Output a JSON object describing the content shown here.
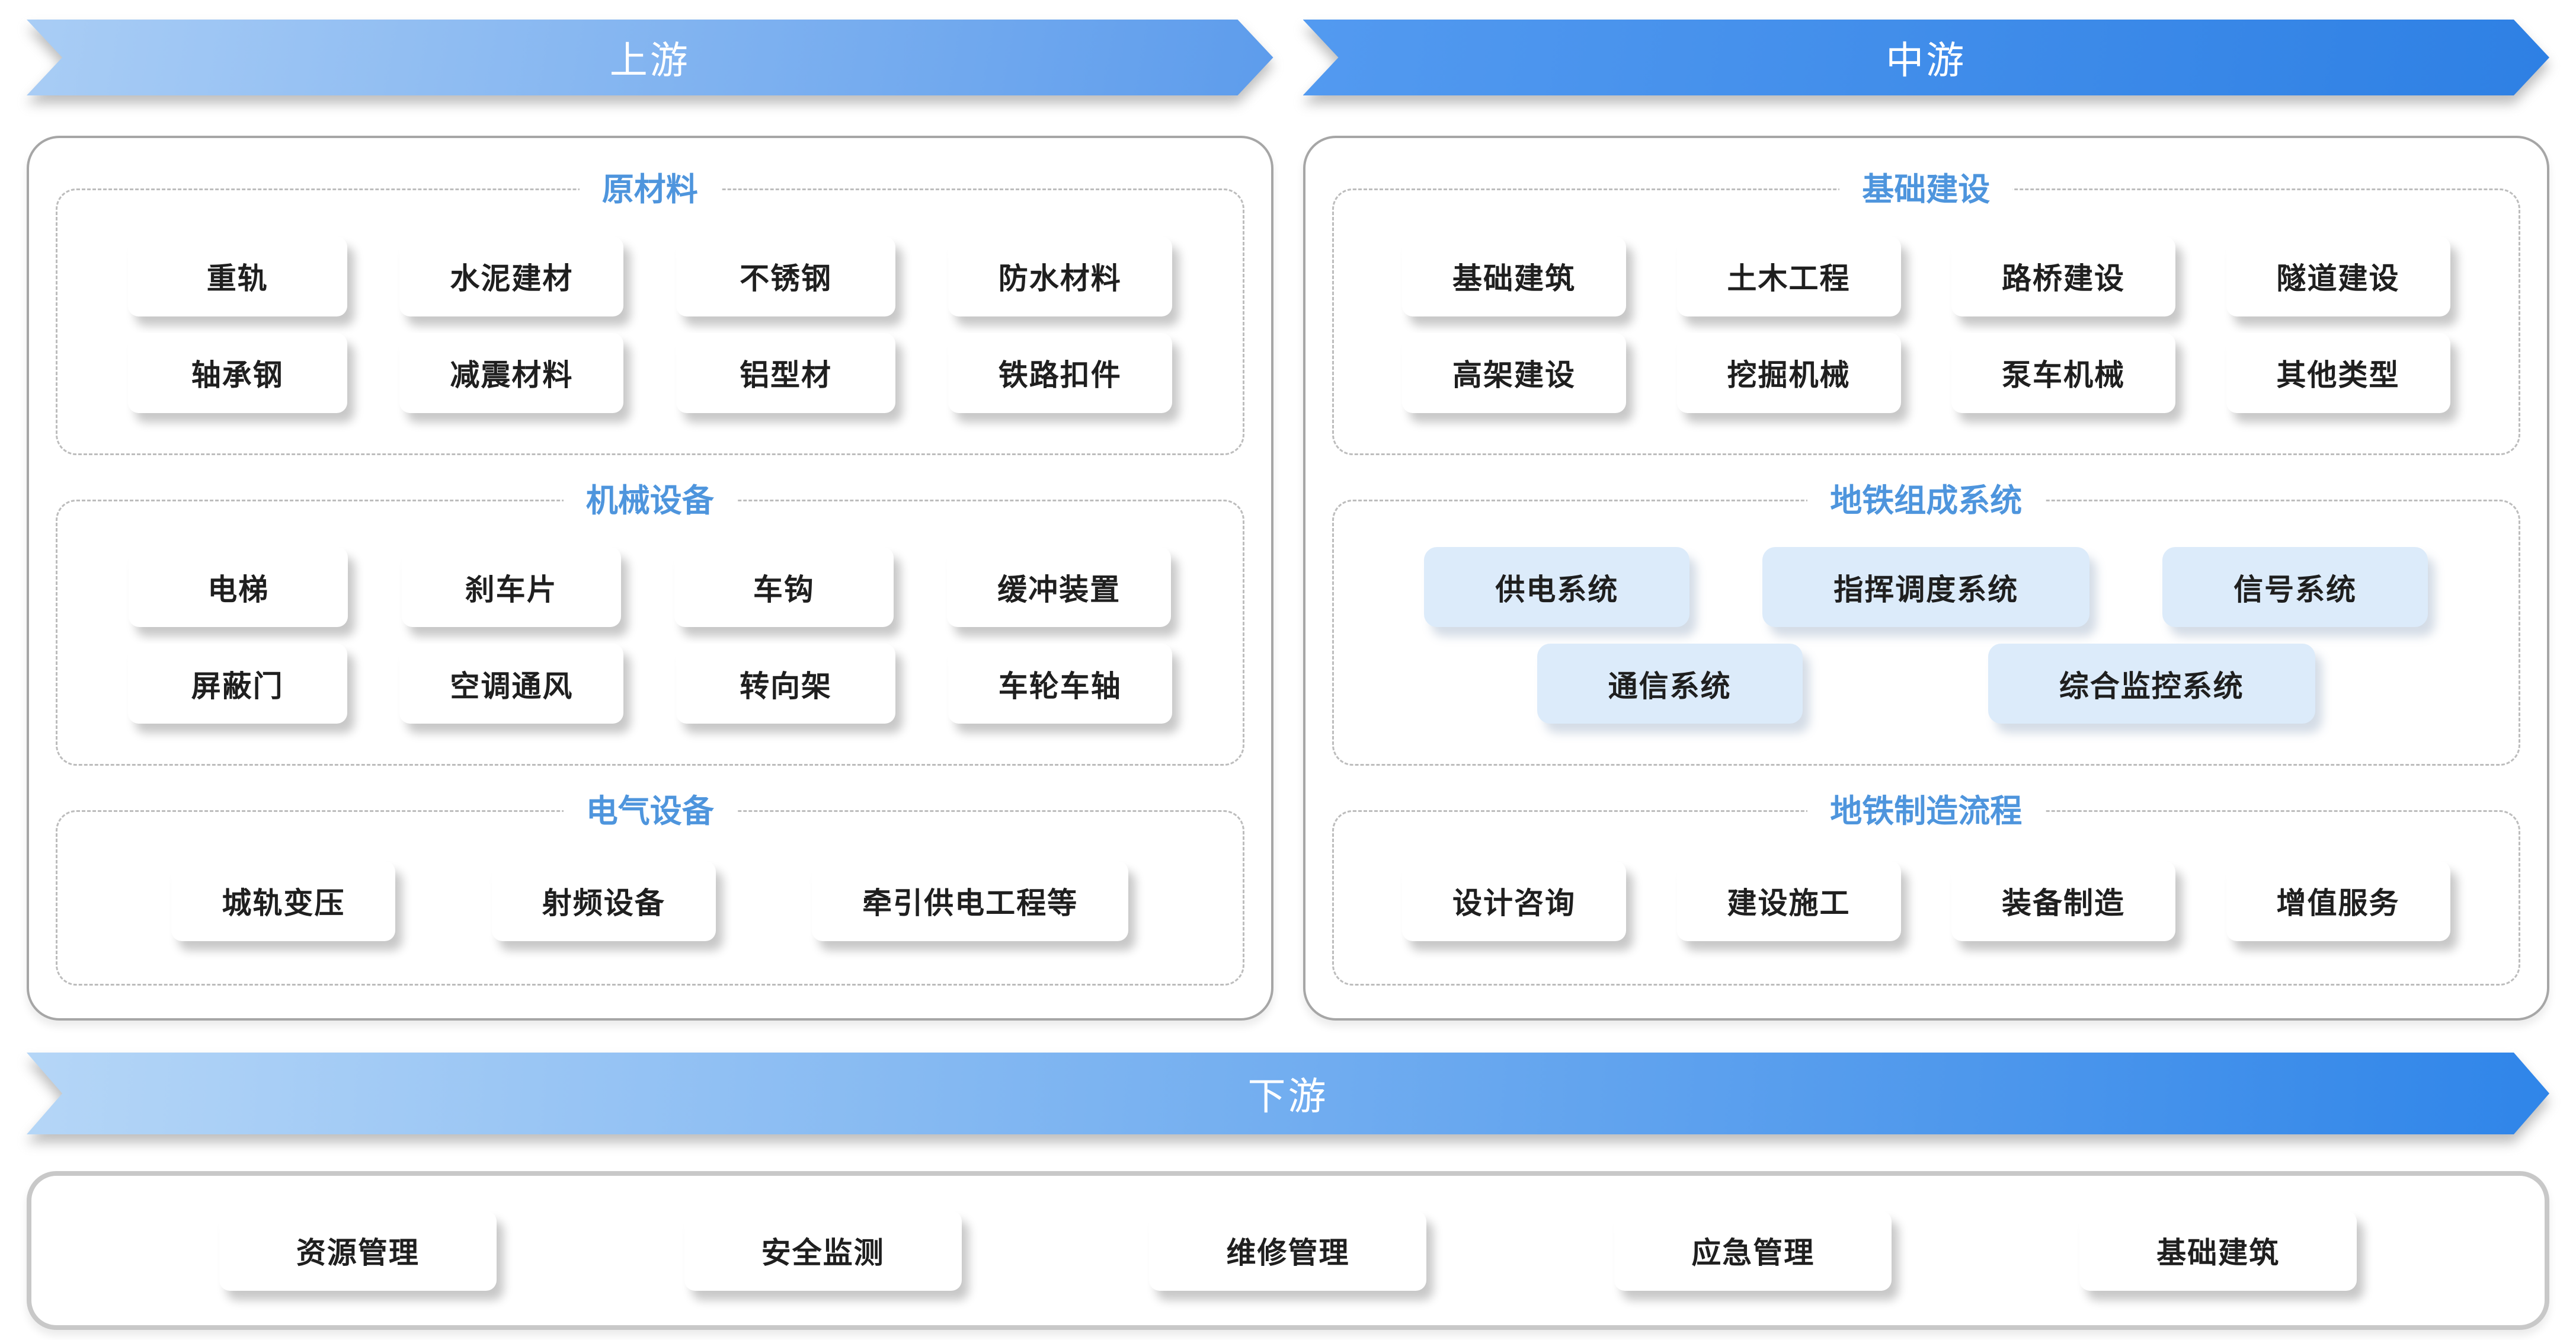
{
  "banners": {
    "upstream": "上游",
    "midstream": "中游",
    "downstream": "下游"
  },
  "upstream_panel": {
    "sections": [
      {
        "title": "原材料",
        "rows": [
          [
            "重轨",
            "水泥建材",
            "不锈钢",
            "防水材料"
          ],
          [
            "轴承钢",
            "减震材料",
            "铝型材",
            "铁路扣件"
          ]
        ]
      },
      {
        "title": "机械设备",
        "rows": [
          [
            "电梯",
            "刹车片",
            "车钩",
            "缓冲装置"
          ],
          [
            "屏蔽门",
            "空调通风",
            "转向架",
            "车轮车轴"
          ]
        ]
      },
      {
        "title": "电气设备",
        "rows": [
          [
            "城轨变压",
            "射频设备",
            "牵引供电工程等"
          ]
        ]
      }
    ]
  },
  "midstream_panel": {
    "sections": [
      {
        "title": "基础建设",
        "rows": [
          [
            "基础建筑",
            "土木工程",
            "路桥建设",
            "隧道建设"
          ],
          [
            "高架建设",
            "挖掘机械",
            "泵车机械",
            "其他类型"
          ]
        ]
      },
      {
        "title": "地铁组成系统",
        "highlight": true,
        "rows": [
          [
            "供电系统",
            "指挥调度系统",
            "信号系统"
          ],
          [
            "通信系统",
            "综合监控系统"
          ]
        ]
      },
      {
        "title": "地铁制造流程",
        "rows": [
          [
            "设计咨询",
            "建设施工",
            "装备制造",
            "增值服务"
          ]
        ]
      }
    ]
  },
  "downstream_panel": {
    "items": [
      "资源管理",
      "安全监测",
      "维修管理",
      "应急管理",
      "基础建筑"
    ]
  },
  "colors": {
    "section_title_blue": "#4e95dd",
    "banner_up_from": "#a9cdf5",
    "banner_up_to": "#5d9cec",
    "banner_mid_from": "#539af0",
    "banner_mid_to": "#2e80e4",
    "banner_down_from": "#b5d6f7",
    "banner_down_to": "#2f85e9",
    "highlight_chip_bg": "#dcebfa",
    "banner_text": "#ffffff",
    "chip_text": "#1f1f1f"
  }
}
